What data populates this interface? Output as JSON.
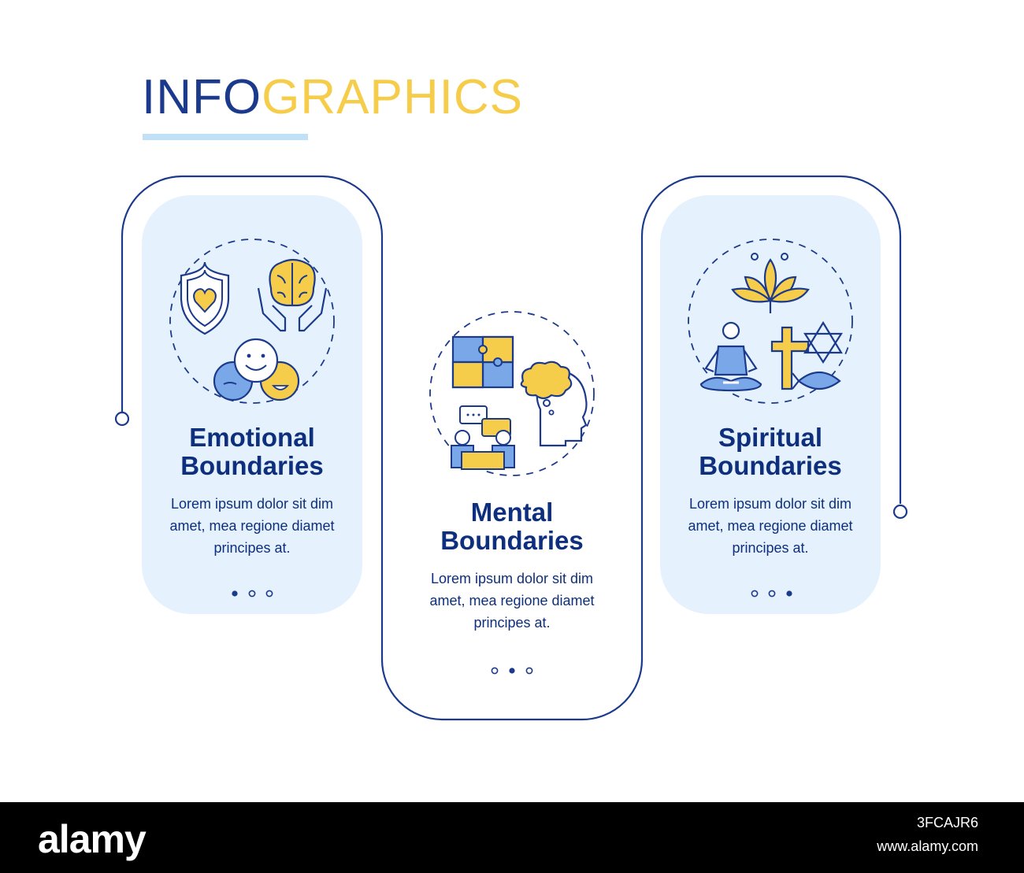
{
  "title": {
    "part1": "INFO",
    "part2": "GRAPHICS"
  },
  "cards": [
    {
      "heading_line1": "Emotional",
      "heading_line2": "Boundaries",
      "body_line1": "Lorem ipsum dolor sit dim",
      "body_line2": "amet, mea regione diamet",
      "body_line3": "principes at.",
      "active_dot": 1
    },
    {
      "heading_line1": "Mental",
      "heading_line2": "Boundaries",
      "body_line1": "Lorem ipsum dolor sit dim",
      "body_line2": "amet, mea regione diamet",
      "body_line3": "principes at.",
      "active_dot": 2
    },
    {
      "heading_line1": "Spiritual",
      "heading_line2": "Boundaries",
      "body_line1": "Lorem ipsum dolor sit dim",
      "body_line2": "amet, mea regione diamet",
      "body_line3": "principes at.",
      "active_dot": 3
    }
  ],
  "colors": {
    "navy": "#1b3a8c",
    "yellow": "#f5cd4a",
    "light_blue_panel": "#e5f1fd",
    "blue_fill": "#7aa7e8",
    "underline": "#bfe0f7"
  },
  "icons": {
    "card1": [
      "shield-heart-icon",
      "hands-brain-icon",
      "emotion-faces-icon"
    ],
    "card2": [
      "puzzle-icon",
      "chat-people-icon",
      "head-thought-icon"
    ],
    "card3": [
      "lotus-icon",
      "meditation-icon",
      "cross-icon",
      "star-of-david-icon",
      "fish-icon"
    ]
  },
  "watermark": {
    "brand": "alamy",
    "image_id": "3FCAJR6",
    "site": "www.alamy.com"
  }
}
